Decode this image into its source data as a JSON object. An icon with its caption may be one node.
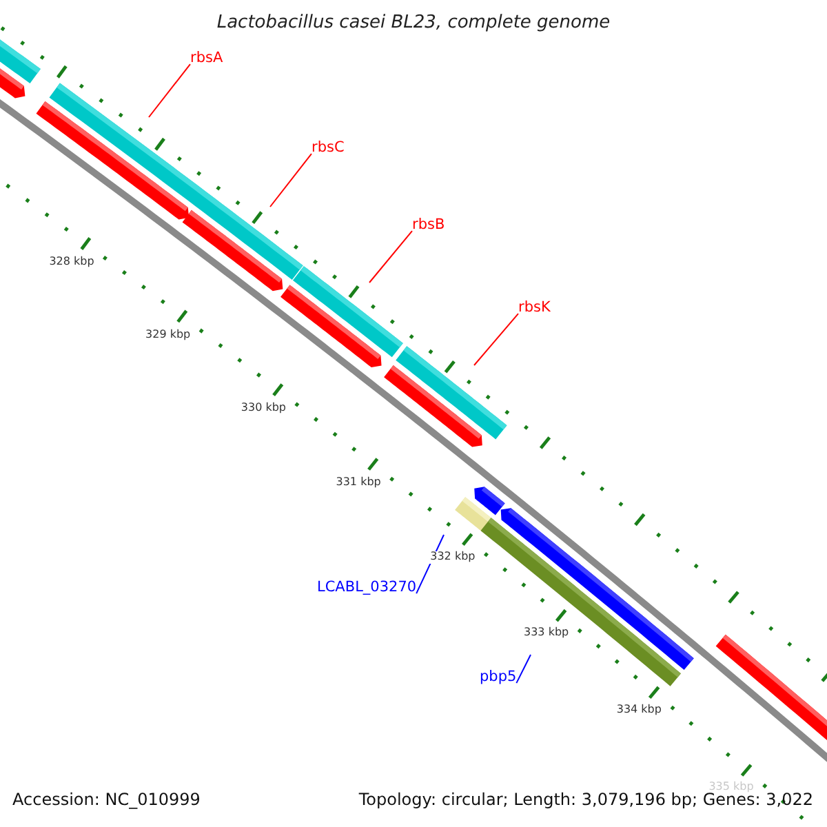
{
  "diagram": {
    "title": "Lactobacillus casei BL23, complete genome",
    "nodes": [
      {
        "text": [
          "rbsA"
        ]
      },
      {
        "text": [
          "rbsC"
        ]
      },
      {
        "text": [
          "rbsB"
        ]
      },
      {
        "text": [
          "rbsK"
        ]
      },
      {
        "text": [
          "LCABL_03270"
        ]
      },
      {
        "text": [
          "pbp5"
        ]
      }
    ],
    "edges": [
      {
        "from": 0,
        "to": null,
        "arrow": "none",
        "color": "#ff0000"
      },
      {
        "from": 1,
        "to": null,
        "arrow": "none",
        "color": "#ff0000"
      },
      {
        "from": 2,
        "to": null,
        "arrow": "none",
        "color": "#ff0000"
      },
      {
        "from": 3,
        "to": null,
        "arrow": "none",
        "color": "#ff0000"
      },
      {
        "from": 4,
        "to": null,
        "arrow": "none",
        "color": "#0000ff"
      },
      {
        "from": 5,
        "to": null,
        "arrow": "none",
        "color": "#0000ff"
      }
    ],
    "labels": [
      "328 kbp",
      "329 kbp",
      "330 kbp",
      "331 kbp",
      "332 kbp",
      "333 kbp",
      "334 kbp",
      "335 kbp",
      "Accession: NC_010999",
      "Topology: circular; Length: 3,079,196 bp; Genes: 3,022"
    ]
  }
}
